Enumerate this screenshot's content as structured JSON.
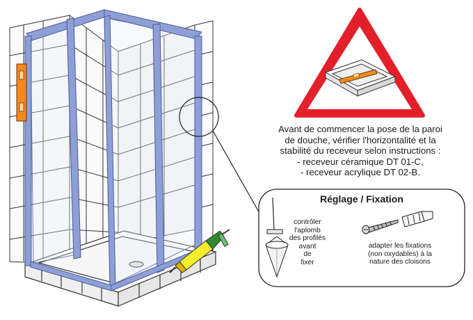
{
  "instructions": {
    "lines": [
      "Avant de commencer la pose de la paroi",
      "de douche, vérifier l'horizontalité et la",
      "stabilité du receveur selon instructions :",
      "- receveur céramique DT 01-C,",
      "- receveur acrylique DT 02-B."
    ]
  },
  "callout": {
    "title": "Réglage / Fixation",
    "plumb_lines": [
      "contrôler",
      "l'aplomb",
      "des profilés",
      "avant",
      "de",
      "fixer"
    ],
    "fixing_lines": [
      "adapter les fixations",
      "(non oxydables) à la",
      "nature des cloisons"
    ]
  },
  "colors": {
    "warning_red": "#e3202a",
    "profile_blue": "#8e9fd6",
    "level_orange": "#f08a1e",
    "sealant_yellow": "#f2ee2a"
  },
  "icons": {
    "warning": "warning-triangle-icon",
    "plumb": "plumb-bob-icon",
    "screw": "screw-icon",
    "plug": "wall-plug-icon"
  }
}
